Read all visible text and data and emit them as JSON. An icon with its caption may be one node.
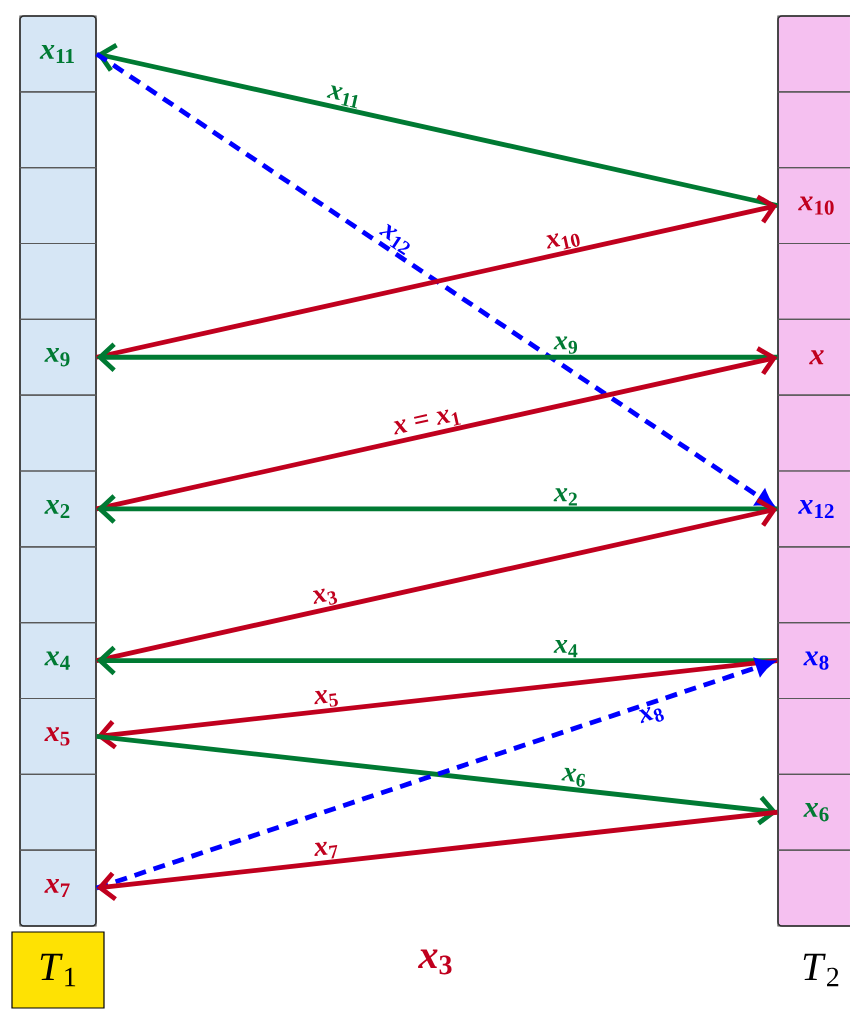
{
  "diagram": {
    "nodes": [
      {
        "text": [
          "*T*$_{1}$"
        ]
      },
      {
        "text": [
          "*x*$_{11}$"
        ],
        "in": 0
      },
      {
        "text": [],
        "shape": "box",
        "in": 0
      },
      {
        "text": [],
        "shape": "box",
        "in": 0
      },
      {
        "text": [],
        "shape": "box",
        "in": 0
      },
      {
        "text": [
          "*x*$_{9}$"
        ],
        "in": 0
      },
      {
        "text": [],
        "shape": "box",
        "in": 0
      },
      {
        "text": [
          "*x*$_{2}$"
        ],
        "in": 0
      },
      {
        "text": [],
        "shape": "box",
        "in": 0
      },
      {
        "text": [
          "*x*$_{4}$"
        ],
        "in": 0
      },
      {
        "text": [
          "*x*$_{5}$"
        ],
        "in": 0
      },
      {
        "text": [],
        "shape": "box",
        "in": 0
      },
      {
        "text": [
          "*x*$_{7}$"
        ],
        "in": 0
      },
      {
        "text": [
          "*T*$_{2}$"
        ]
      },
      {
        "text": [],
        "shape": "box",
        "in": 13
      },
      {
        "text": [],
        "shape": "box",
        "in": 13
      },
      {
        "text": [
          "*x*$_{10}$"
        ],
        "in": 13
      },
      {
        "text": [],
        "shape": "box",
        "in": 13
      },
      {
        "text": [
          "*x*"
        ],
        "in": 13
      },
      {
        "text": [],
        "shape": "box",
        "in": 13
      },
      {
        "text": [
          "*x*$_{12}$"
        ],
        "in": 13
      },
      {
        "text": [],
        "shape": "box",
        "in": 13
      },
      {
        "text": [
          "*x*$_{8}$"
        ],
        "in": 13
      },
      {
        "text": [],
        "shape": "box",
        "in": 13
      },
      {
        "text": [
          "*x*$_{6}$"
        ],
        "in": 13
      },
      {
        "text": [],
        "shape": "box",
        "in": 13
      }
    ],
    "edges": [
      {
        "from": 16,
        "to": 1,
        "arrow": "to",
        "label": "*x*$_{11}$",
        "color": "#007a33"
      },
      {
        "from": 1,
        "to": 20,
        "arrow": "to",
        "label": "*x*$_{12}$",
        "style": "dashed",
        "color": "#0000ff"
      },
      {
        "from": 5,
        "to": 16,
        "arrow": "to",
        "label": "*x*$_{10}$",
        "color": "#c0001e"
      },
      {
        "from": 18,
        "to": 5,
        "arrow": "to",
        "label": "*x*$_{9}$",
        "color": "#007a33"
      },
      {
        "from": 7,
        "to": 18,
        "arrow": "to",
        "label": "*x* = *x*$_{1}$",
        "color": "#c0001e"
      },
      {
        "from": 20,
        "to": 7,
        "arrow": "to",
        "label": "*x*$_{2}$",
        "color": "#007a33"
      },
      {
        "from": 9,
        "to": 20,
        "arrow": "to",
        "label": "*x*$_{3}$",
        "color": "#c0001e"
      },
      {
        "from": 22,
        "to": 9,
        "arrow": "to",
        "label": "*x*$_{4}$",
        "color": "#007a33"
      },
      {
        "from": 22,
        "to": 10,
        "arrow": "to",
        "label": "*x*$_{5}$",
        "color": "#c0001e"
      },
      {
        "from": 10,
        "to": 24,
        "arrow": "to",
        "label": "*x*$_{6}$",
        "color": "#007a33"
      },
      {
        "from": 12,
        "to": 22,
        "arrow": "to",
        "label": "*x*$_{8}$",
        "style": "dashed",
        "color": "#0000ff"
      },
      {
        "from": 24,
        "to": 12,
        "arrow": "to",
        "label": "*x*$_{7}$",
        "color": "#c0001e"
      }
    ],
    "labels": [
      "*x*$_{3}$"
    ]
  }
}
